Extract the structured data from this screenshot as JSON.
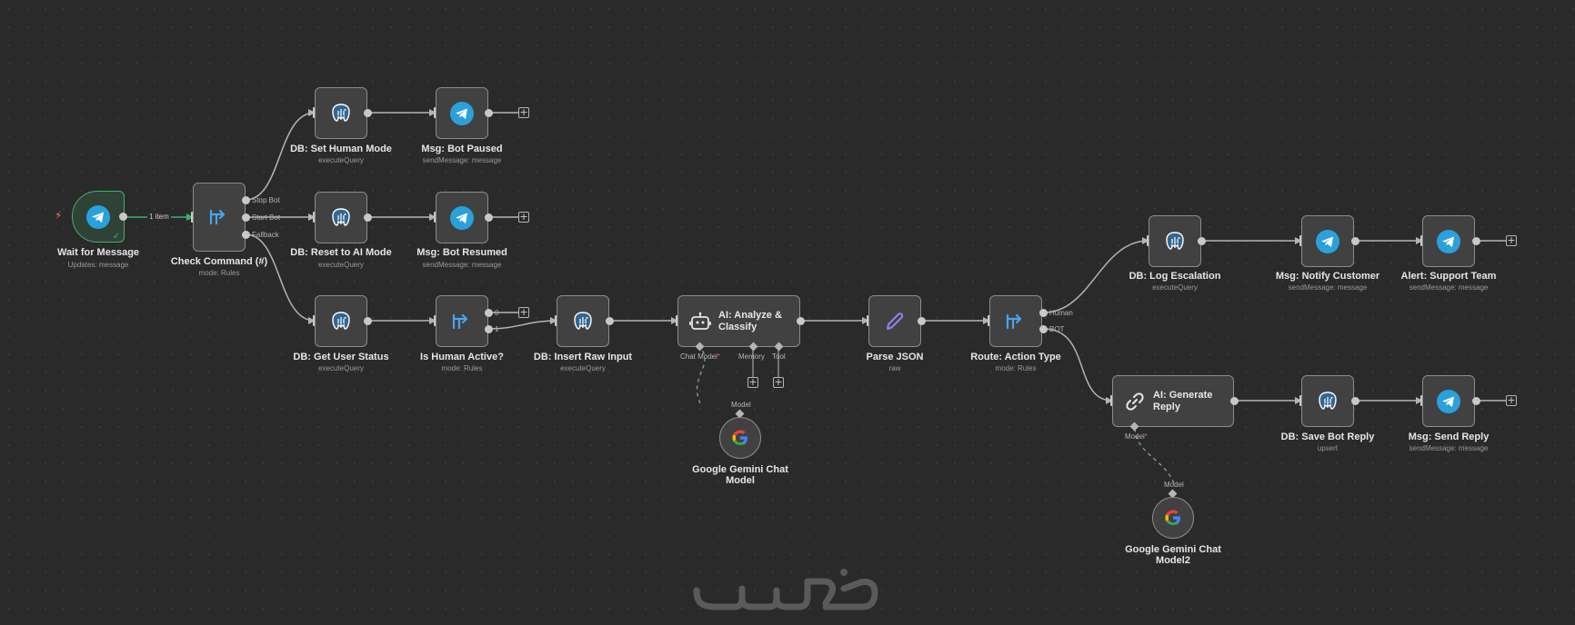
{
  "canvas": {
    "background": "#2a2a2a",
    "accent_success": "#3fb06a"
  },
  "nodes": {
    "trigger": {
      "title": "Wait for Message",
      "subtitle": "Updates: message",
      "icon": "telegram-icon",
      "item_count": "1 item"
    },
    "check_command": {
      "title": "Check Command (#)",
      "subtitle": "mode: Rules",
      "icon": "switch-icon",
      "outputs": [
        "Stop Bot",
        "Start Bot",
        "Fallback"
      ]
    },
    "db_set_human": {
      "title": "DB: Set Human Mode",
      "subtitle": "executeQuery",
      "icon": "postgres-icon"
    },
    "msg_bot_paused": {
      "title": "Msg: Bot Paused",
      "subtitle": "sendMessage: message",
      "icon": "telegram-icon"
    },
    "db_reset_ai": {
      "title": "DB: Reset to AI Mode",
      "subtitle": "executeQuery",
      "icon": "postgres-icon"
    },
    "msg_bot_resumed": {
      "title": "Msg: Bot Resumed",
      "subtitle": "sendMessage: message",
      "icon": "telegram-icon"
    },
    "db_get_status": {
      "title": "DB: Get User Status",
      "subtitle": "executeQuery",
      "icon": "postgres-icon"
    },
    "is_human_active": {
      "title": "Is Human Active?",
      "subtitle": "mode: Rules",
      "icon": "switch-icon",
      "outputs": [
        "0",
        "1"
      ]
    },
    "db_insert_raw": {
      "title": "DB: Insert Raw Input",
      "subtitle": "executeQuery",
      "icon": "postgres-icon"
    },
    "ai_analyze": {
      "title": "AI: Analyze &\nClassify",
      "icon": "robot-icon",
      "inputs": [
        "Chat Model",
        "Memory",
        "Tool"
      ]
    },
    "gemini1": {
      "title": "Google Gemini Chat\nModel",
      "port_label": "Model",
      "icon": "google-icon"
    },
    "parse_json": {
      "title": "Parse JSON",
      "subtitle": "raw",
      "icon": "pencil-icon"
    },
    "route_action": {
      "title": "Route: Action Type",
      "subtitle": "mode: Rules",
      "icon": "switch-icon",
      "outputs": [
        "Human",
        "BOT"
      ]
    },
    "db_log_escalation": {
      "title": "DB: Log Escalation",
      "subtitle": "executeQuery",
      "icon": "postgres-icon"
    },
    "msg_notify_customer": {
      "title": "Msg: Notify Customer",
      "subtitle": "sendMessage: message",
      "icon": "telegram-icon"
    },
    "alert_support": {
      "title": "Alert: Support Team",
      "subtitle": "sendMessage: message",
      "icon": "telegram-icon"
    },
    "ai_generate": {
      "title": "AI: Generate\nReply",
      "icon": "chain-link-icon",
      "inputs": [
        "Model"
      ]
    },
    "gemini2": {
      "title": "Google Gemini Chat\nModel2",
      "port_label": "Model",
      "icon": "google-icon"
    },
    "db_save_reply": {
      "title": "DB: Save Bot Reply",
      "subtitle": "upsert",
      "icon": "postgres-icon"
    },
    "msg_send_reply": {
      "title": "Msg: Send Reply",
      "subtitle": "sendMessage: message",
      "icon": "telegram-icon"
    }
  }
}
